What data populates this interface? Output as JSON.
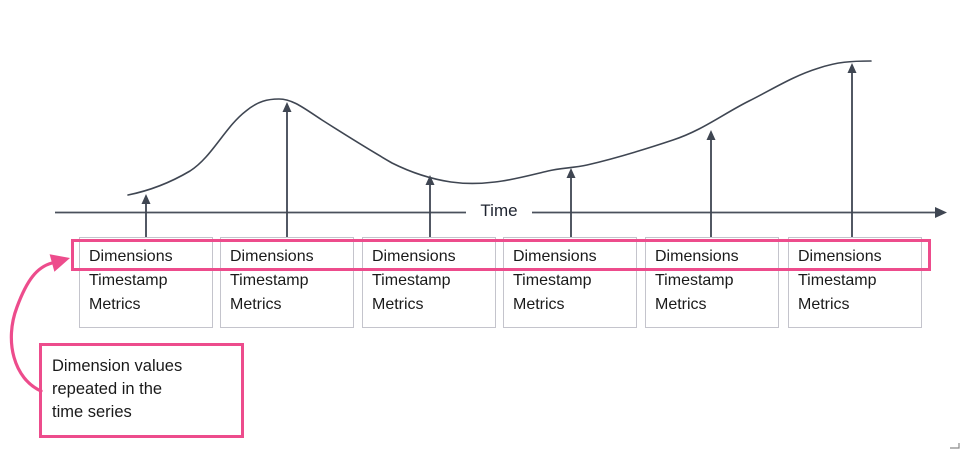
{
  "axis": {
    "label": "Time"
  },
  "records": [
    {
      "line1": "Dimensions",
      "line2": "Timestamp",
      "line3": "Metrics"
    },
    {
      "line1": "Dimensions",
      "line2": "Timestamp",
      "line3": "Metrics"
    },
    {
      "line1": "Dimensions",
      "line2": "Timestamp",
      "line3": "Metrics"
    },
    {
      "line1": "Dimensions",
      "line2": "Timestamp",
      "line3": "Metrics"
    },
    {
      "line1": "Dimensions",
      "line2": "Timestamp",
      "line3": "Metrics"
    },
    {
      "line1": "Dimensions",
      "line2": "Timestamp",
      "line3": "Metrics"
    }
  ],
  "callout": {
    "line1": "Dimension values",
    "line2": "repeated in the",
    "line3": "time series"
  },
  "colors": {
    "highlight_pink": "#ED4C8C",
    "diagram_stroke": "#3F4652",
    "record_border": "#C4C4CC",
    "text": "#1A1A1A"
  }
}
